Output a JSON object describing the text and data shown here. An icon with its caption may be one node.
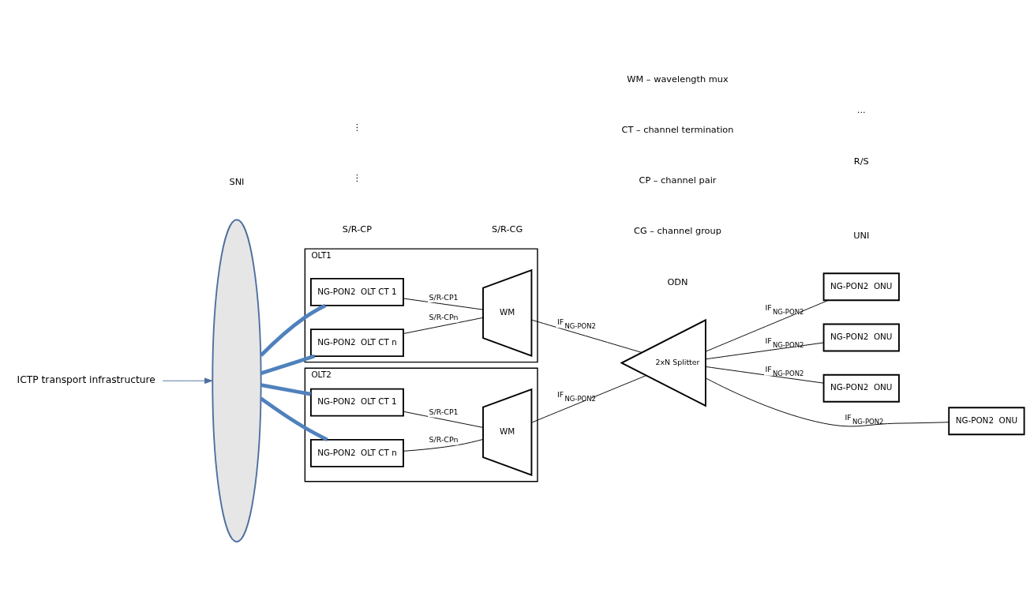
{
  "diagram": {
    "nodes": [
      {
        "text": [],
        "shape": "ellipse"
      },
      {
        "text": [
          "ICTP transport infrastructure"
        ]
      },
      {
        "text": [
          "OLT1"
        ]
      },
      {
        "text": [
          "NG-PON2  OLT CT 1"
        ],
        "in": 2
      },
      {
        "text": [
          "NG-PON2  OLT CT n"
        ],
        "in": 2
      },
      {
        "text": [
          "WM"
        ],
        "in": 2
      },
      {
        "text": [
          "OLT2"
        ]
      },
      {
        "text": [
          "NG-PON2  OLT CT 1"
        ],
        "in": 6
      },
      {
        "text": [
          "NG-PON2  OLT CT n"
        ],
        "in": 6
      },
      {
        "text": [
          "WM"
        ],
        "in": 6
      },
      {
        "text": [
          "2xN Splitter"
        ]
      },
      {
        "text": [
          "NG-PON2  ONU"
        ]
      },
      {
        "text": [
          "NG-PON2  ONU"
        ]
      },
      {
        "text": [
          "NG-PON2  ONU"
        ]
      },
      {
        "text": [
          "NG-PON2  ONU"
        ]
      }
    ],
    "edges": [
      {
        "from": 1,
        "to": 0,
        "arrow": "to",
        "color": "#4f6fa0"
      },
      {
        "from": 0,
        "to": 3,
        "arrow": "none",
        "style": "thick",
        "color": "#4f81bd"
      },
      {
        "from": 0,
        "to": 4,
        "arrow": "none",
        "style": "thick",
        "color": "#4f81bd"
      },
      {
        "from": 0,
        "to": 7,
        "arrow": "none",
        "style": "thick",
        "color": "#4f81bd"
      },
      {
        "from": 0,
        "to": 8,
        "arrow": "none",
        "style": "thick",
        "color": "#4f81bd"
      },
      {
        "from": 3,
        "to": 5,
        "arrow": "none",
        "label": "S/R-CP1"
      },
      {
        "from": 4,
        "to": 5,
        "arrow": "none",
        "label": "S/R-CPn"
      },
      {
        "from": 7,
        "to": 9,
        "arrow": "none",
        "label": "S/R-CP1"
      },
      {
        "from": 8,
        "to": 9,
        "arrow": "none",
        "label": "S/R-CPn"
      },
      {
        "from": 5,
        "to": 10,
        "arrow": "none",
        "label": "IF$_{NG-PON2}$"
      },
      {
        "from": 9,
        "to": 10,
        "arrow": "none",
        "label": "IF$_{NG-PON2}$"
      },
      {
        "from": 10,
        "to": 11,
        "arrow": "none",
        "label": "IF$_{NG-PON2}$"
      },
      {
        "from": 10,
        "to": 12,
        "arrow": "none",
        "label": "IF$_{NG-PON2}$"
      },
      {
        "from": 10,
        "to": 13,
        "arrow": "none",
        "label": "IF$_{NG-PON2}$"
      },
      {
        "from": 10,
        "to": 14,
        "arrow": "none",
        "label": "IF$_{NG-PON2}$"
      }
    ],
    "labels": [
      "SNI",
      "S/R-CP",
      "S/R-CG",
      "R/S",
      "UNI",
      "ODN",
      "⋮",
      "⋮",
      "...",
      "CG – channel group",
      "CP – channel pair",
      "CT – channel termination",
      "WM – wavelength mux"
    ]
  }
}
